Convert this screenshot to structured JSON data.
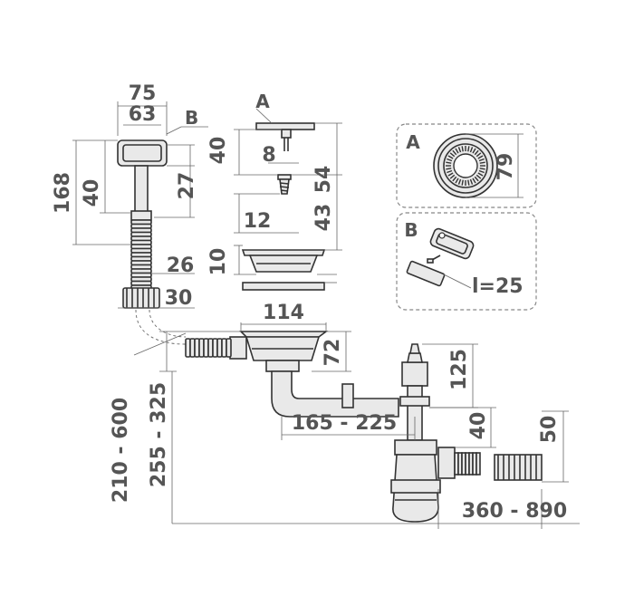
{
  "dimensions": {
    "d75": "75",
    "d63": "63",
    "d168": "168",
    "d40a": "40",
    "d27": "27",
    "d26": "26",
    "d30": "30",
    "d40b": "40",
    "d8": "8",
    "d54": "54",
    "d12": "12",
    "d43": "43",
    "d10": "10",
    "d114": "114",
    "d72": "72",
    "d125": "125",
    "d165_225": "165 - 225",
    "d40c": "40",
    "d50": "50",
    "d210_600": "210 - 600",
    "d255_325": "255 - 325",
    "d360_890": "360 - 890",
    "d79": "79",
    "l25": "l=25"
  },
  "labels": {
    "a_top": "A",
    "b_top": "B",
    "a_box": "A",
    "b_box": "B"
  }
}
